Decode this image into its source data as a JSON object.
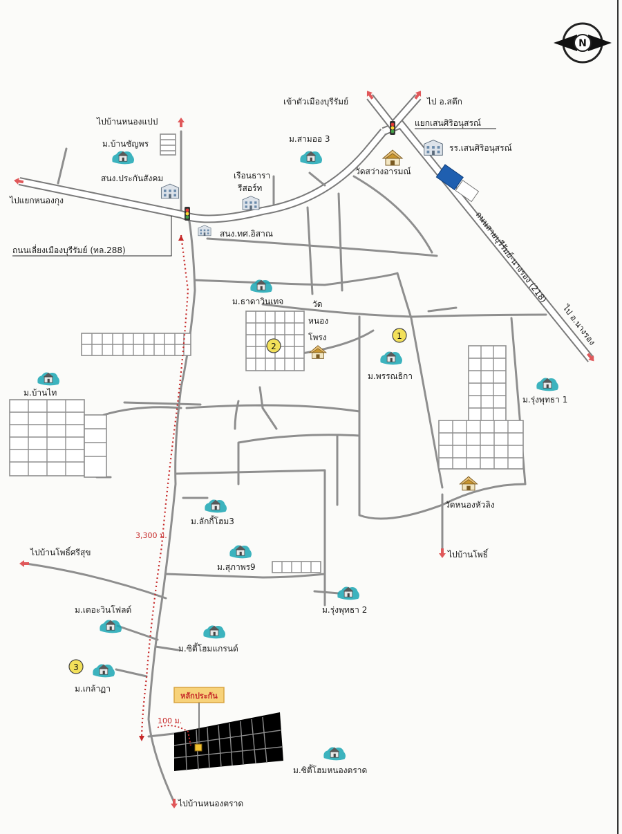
{
  "compass": {
    "letter": "N"
  },
  "destinations": {
    "to_nong_paep": "ไปบ้านหนองแปป",
    "to_city": "เข้าตัวเมืองบุรีรัมย์",
    "to_satuek": "ไป อ.สตึก",
    "to_nong_kung": "ไปแยกหนองกุง",
    "to_nang_rong": "ไป อ.นางรอง",
    "to_ban_pho": "ไปบ้านโพธิ์",
    "to_pho_si_suk": "ไปบ้านโพธิ์ศรีสุข",
    "to_nong_tarat": "ไปบ้านหนองตราด"
  },
  "roads": {
    "bypass": "ถนนเลี่ยงเมืองบุรีรัมย์ (ทล.288)",
    "buriram_nangrong": "ถนนสายบุรีรัมย์-นางรอง (218)",
    "junction": "แยกเสนศิริอนุสรณ์"
  },
  "places": {
    "ban_chan_phon": "ม.บ้านชัญพร",
    "sso": "สนง.ประกันสังคม",
    "ruen_thara_1": "เรือนธารา",
    "ruen_thara_2": "รีสอร์ท",
    "sam_oo": "ม.สามออ 3",
    "sen_school": "รร.เสนศิริอนุสรณ์",
    "wat_sawang": "วัดสว่างอารมณ์",
    "tot_office": "สนง.ทศ.อิสาณ",
    "thara_win": "ม.ธาดาวินเทจ",
    "wat_nong_phrong_1": "วัด",
    "wat_nong_phrong_2": "หนอง",
    "wat_nong_phrong_3": "โพรง",
    "phonthika": "ม.พรรณธิกา",
    "ban_thai": "ม.บ้านไท",
    "rung_puttha_1": "ม.รุ่งพุทธา 1",
    "wat_nong_hua_ling": "วัดหนองหัวลิง",
    "lucky_home": "ม.ลักกี้โฮม3",
    "suphaphon": "ม.สุภาพร9",
    "rung_puttha_2": "ม.รุ่งพุทธา 2",
    "the_win_field": "ม.เดอะวินโฟลด์",
    "city_home_grand": "ม.ซิตี้โฮมแกรนด์",
    "klatha": "ม.เกล้าฏา",
    "city_home_nong_tarat": "ม.ซิตี้โฮมหนองตราด"
  },
  "markers": [
    "1",
    "2",
    "3"
  ],
  "distances": {
    "long": "3,300 ม.",
    "short": "100 ม."
  },
  "collateral": {
    "label": "หลักประกัน"
  },
  "colors": {
    "road": "#8e8e8e",
    "arrow": "#e0585a",
    "distance_red": "#c62828",
    "house_teal": "#1aa6b4",
    "marker_yellow": "#f2e05a",
    "collateral_box": "#f7d27a"
  }
}
